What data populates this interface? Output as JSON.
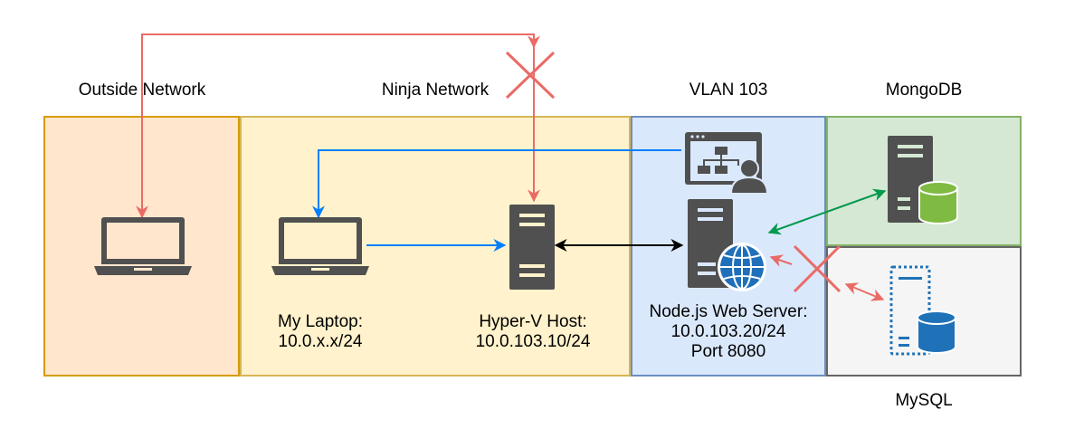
{
  "zones": {
    "outside": "Outside Network",
    "ninja": "Ninja Network",
    "vlan": "VLAN 103",
    "mongodb": "MongoDB",
    "mysql": "MySQL"
  },
  "nodes": {
    "laptop": {
      "line1": "My Laptop:",
      "line2": "10.0.x.x/24"
    },
    "hyperv": {
      "line1": "Hyper-V Host:",
      "line2": "10.0.103.10/24"
    },
    "webserver": {
      "line1": "Node.js Web Server:",
      "line2": "10.0.103.20/24",
      "line3": "Port 8080"
    }
  },
  "colors": {
    "blocked_red": "#ea6b66",
    "blue": "#007fff",
    "green": "#00994d",
    "icon_dark": "#505050",
    "mongo_green": "#7fba42",
    "mysql_blue": "#2072b8",
    "web_blue": "#1f6fba"
  }
}
